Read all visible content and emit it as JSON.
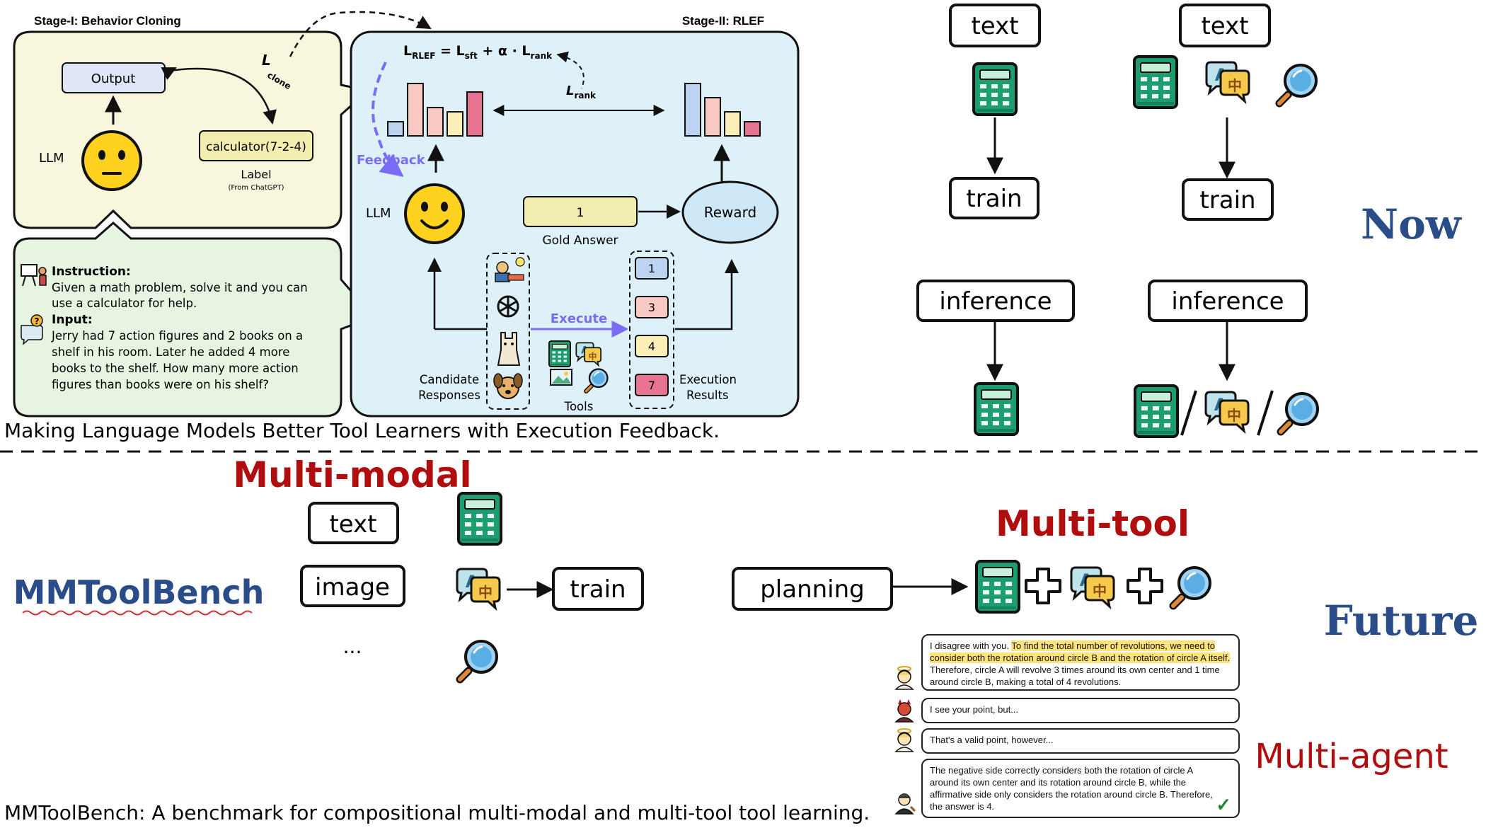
{
  "figure1": {
    "stage1_title": "Stage-I: Behavior Cloning",
    "stage2_title": "Stage-II: RLEF",
    "output": "Output",
    "l_clone": "clone",
    "llm": "LLM",
    "calculator": "calculator(7-2-4)",
    "label": "Label",
    "label_sub": "(From ChatGPT)",
    "instruction_title": "Instruction:",
    "instruction_lines": [
      "Given a math problem, solve it and you can",
      "use a calculator for help."
    ],
    "input_title": "Input:",
    "input_lines": [
      "Jerry had 7 action figures and 2 books on a",
      "shelf in his room. Later he added 4 more",
      "books to the shelf. How many more action",
      "figures than books were on his shelf?"
    ],
    "loss_sub_rlef": "RLEF",
    "loss_sub_sft": "sft",
    "loss_alpha": "α",
    "loss_sub_rank": "rank",
    "l_rank": "rank",
    "feedback": "Feedback",
    "gold_value": "1",
    "gold_answer": "Gold Answer",
    "reward": "Reward",
    "execute": "Execute",
    "candidate": [
      "Candidate",
      "Responses"
    ],
    "tools": "Tools",
    "execution": [
      "Execution",
      "Results"
    ],
    "results": [
      "1",
      "3",
      "4",
      "7"
    ],
    "result_colors": [
      "#bcd3f2",
      "#f9c9c3",
      "#fbeeb6",
      "#e6738f"
    ],
    "caption": "Making Language Models Better Tool Learners with Execution Feedback."
  },
  "now": {
    "label": "Now",
    "col1": {
      "text": "text",
      "train": "train",
      "inference": "inference"
    },
    "col2": {
      "text": "text",
      "train": "train",
      "inference": "inference"
    }
  },
  "future": {
    "label": "Future",
    "benchmark_name": "MMToolBench",
    "multimodal": "Multi-modal",
    "inputs": [
      "text",
      "image",
      "..."
    ],
    "train": "train",
    "multitool": "Multi-tool",
    "planning": "planning",
    "multiagent": "Multi-agent",
    "messages": [
      {
        "pre": "I disagree with you. ",
        "hl": "To find the total number of revolutions, we need to consider both the rotation around circle B and the rotation of circle A itself.",
        "post": " Therefore, circle A will revolve 3 times around its own center and 1 time around circle B, making a total of 4 revolutions."
      },
      {
        "pre": "I see your point, but...",
        "hl": "",
        "post": ""
      },
      {
        "pre": "That's a valid point, however...",
        "hl": "",
        "post": ""
      },
      {
        "pre": "The negative side correctly considers both the rotation of circle A around its own center and its rotation around circle B, while the affirmative side only considers the rotation around circle B. Therefore, the answer is 4.",
        "hl": "",
        "post": ""
      }
    ],
    "check": "✓",
    "caption": "MMToolBench: A benchmark for compositional multi-modal and multi-tool tool learning."
  },
  "icons": [
    "calculator-icon",
    "translate-icon",
    "search-icon",
    "openai-icon",
    "llama-icon",
    "dog-icon",
    "student-icon",
    "angel-icon",
    "devil-icon",
    "judge-icon",
    "plus-icon",
    "check-icon"
  ],
  "colors": {
    "stage1_bg": "#f8f6dc",
    "stage2_bg": "#def1f8",
    "input_bg": "#e6f4e1",
    "red_label": "#b00e0e",
    "blue_label": "#2a4d8a",
    "feedback": "#7b6cf6",
    "calculator": "#1e9e70",
    "reward_bg": "#cfe8f8",
    "gold_bg": "#f1eeb0"
  }
}
